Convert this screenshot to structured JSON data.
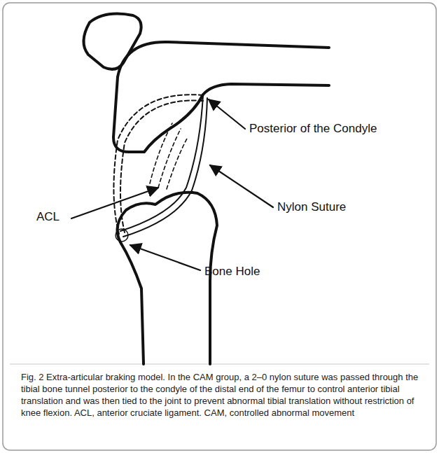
{
  "diagram": {
    "caption": "Fig. 2 Extra-articular braking model. In the CAM group, a 2–0 nylon suture was passed through the tibial bone tunnel posterior to the condyle of the distal end of the femur to control anterior tibial translation and was then tied to the joint to prevent abnormal tibial translation without restriction of knee flexion. ACL, anterior cruciate ligament. CAM, controlled abnormal movement",
    "labels": [
      "ACL",
      "Posterior of the Condyle",
      "Nylon Suture",
      "Bone Hole"
    ]
  }
}
